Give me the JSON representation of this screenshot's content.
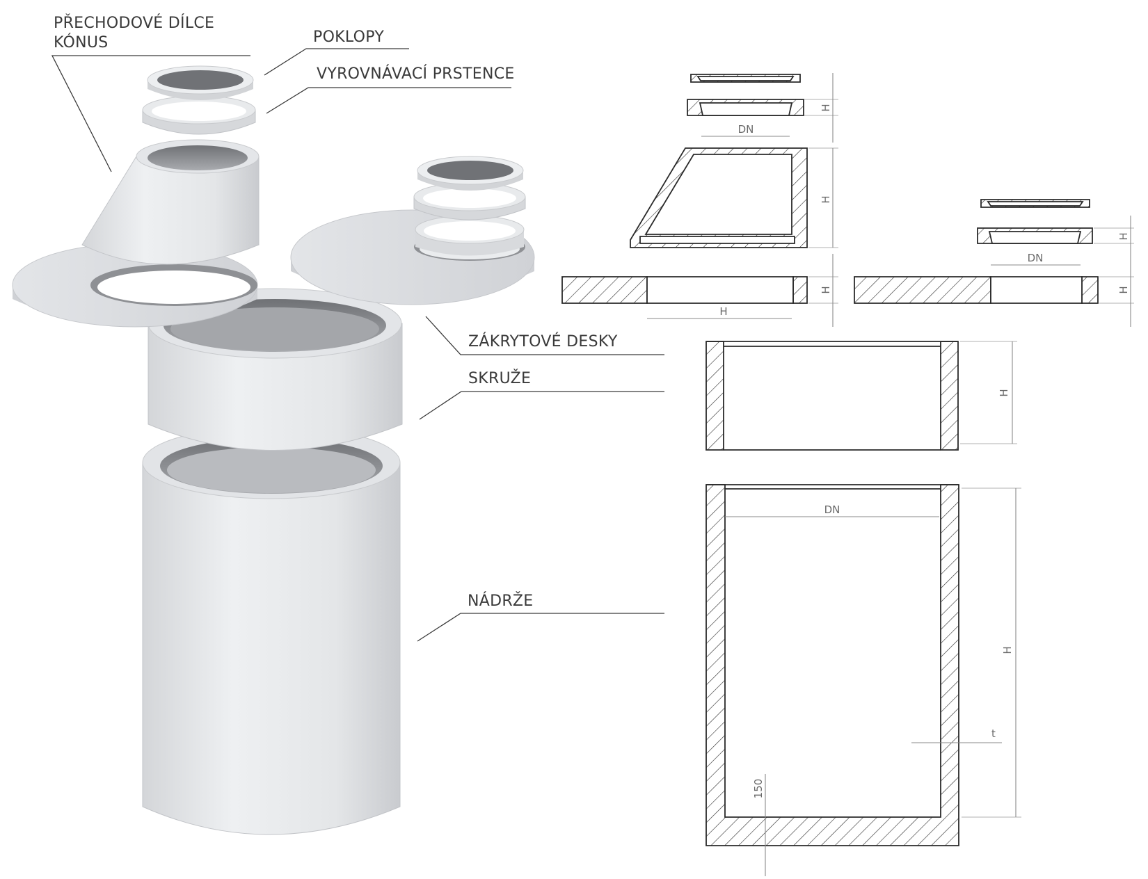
{
  "labels": {
    "transition_line1": "PŘECHODOVÉ DÍLCE",
    "transition_line2": "KÓNUS",
    "covers": "POKLOPY",
    "leveling_rings": "VYROVNÁVACÍ PRSTENCE",
    "cover_slabs": "ZÁKRYTOVÉ DESKY",
    "rings": "SKRUŽE",
    "tanks": "NÁDRŽE"
  },
  "dimensions": {
    "dn": "DN",
    "h": "H",
    "t": "t",
    "bottom": "150"
  },
  "colors": {
    "concrete_light": "#e9eaec",
    "concrete_mid": "#d2d4d7",
    "concrete_dark": "#8e9094",
    "line": "#2a2a2a",
    "text": "#3a3a3a"
  }
}
